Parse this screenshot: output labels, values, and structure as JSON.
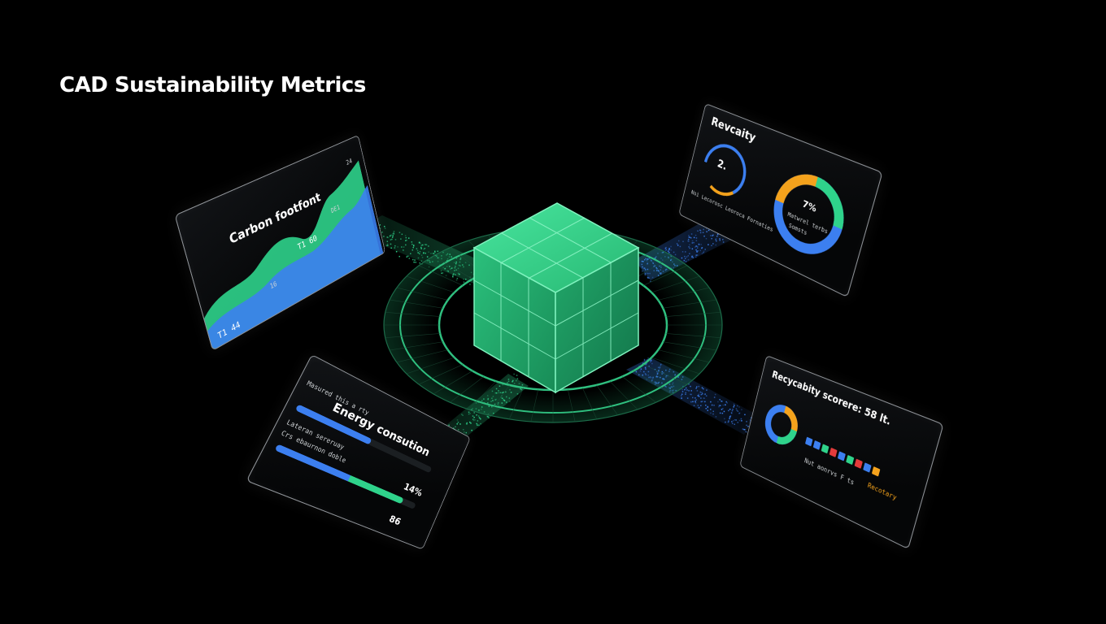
{
  "title": "CAD Sustainability Metrics",
  "colors": {
    "accent_green": "#2fd38b",
    "accent_blue": "#3c7ff0",
    "accent_orange": "#f4a21c",
    "accent_red": "#e33b3b",
    "ring": "#2fbf7f"
  },
  "panels": {
    "carbon": {
      "title": "Carbon footfont",
      "labels": [
        "T1 60",
        "16",
        "T1 44",
        "24",
        "DE1"
      ]
    },
    "energy": {
      "title": "Energy consution",
      "labels": [
        "Masured this a rty",
        "Lateran sereruay",
        "Crs ebaurnon doble"
      ],
      "values": [
        "14%",
        "86"
      ],
      "progress_1": 0.52,
      "progress_2": 0.9
    },
    "recyclability_top": {
      "title": "Revcaity",
      "gauge_value": "2.",
      "donut_value": "7%",
      "labels": [
        "Nsi Lecorosc Leoroca Fornaties",
        "Matwrel terbs",
        "Somsts"
      ]
    },
    "recyclability_bottom": {
      "title": "Recycabity scorere: 58 lt.",
      "labels": [
        "Recotary",
        "Nut aonrvs F ts"
      ]
    }
  },
  "icons": [
    "cube-icon"
  ]
}
